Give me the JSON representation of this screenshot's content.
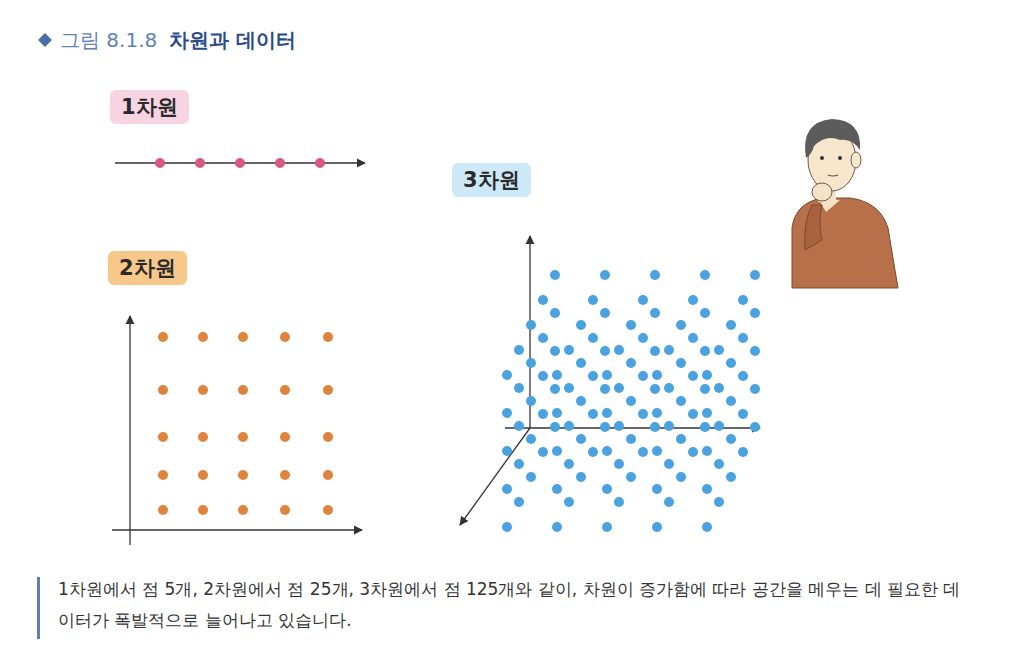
{
  "diagram": {
    "title": "차원과 데이터",
    "caption": "1차원에서 점 5개, 2차원에서 점 25개, 3차원에서 점 125개와 같이, 차원이 증가함에 따라 공간을 메우는 데 필요한 데이터가 폭발적으로 늘어나고 있습니다.",
    "nodes": [
      {
        "text": [
          "1차원"
        ]
      },
      {
        "text": [
          "3차원"
        ]
      },
      {
        "text": [
          "2차원"
        ]
      }
    ],
    "labels": [
      "그림 8.1.8"
    ]
  }
}
